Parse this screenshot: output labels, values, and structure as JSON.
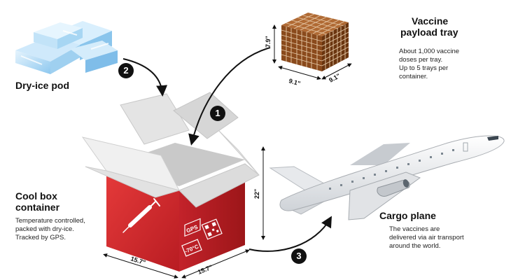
{
  "ice": {
    "title": "Dry-ice pod"
  },
  "tray": {
    "title_line1": "Vaccine",
    "title_line2": "payload tray",
    "desc_lines": [
      "About 1,000 vaccine",
      "doses per tray.",
      "Up to 5 trays per",
      "container."
    ],
    "dim_height": "7.9\"",
    "dim_width": "9.1\"",
    "dim_depth": "9.1\""
  },
  "box": {
    "title_line1": "Cool box",
    "title_line2": "container",
    "desc_lines": [
      "Temperature controlled,",
      "packed with dry-ice.",
      "Tracked by GPS."
    ],
    "dim_height": "22\"",
    "dim_width": "15.7\"",
    "dim_depth": "15.7\"",
    "gps_label": "GPS",
    "temp_label": "-70°C"
  },
  "plane": {
    "title": "Cargo plane",
    "desc_lines": [
      "The vaccines are",
      "delivered via air transport",
      "around the world."
    ]
  },
  "steps": {
    "one": "1",
    "two": "2",
    "three": "3"
  },
  "colors": {
    "box_red": "#d3262b",
    "flap_gray": "#d8d8d8",
    "tray_brown": "#7a3d12"
  }
}
